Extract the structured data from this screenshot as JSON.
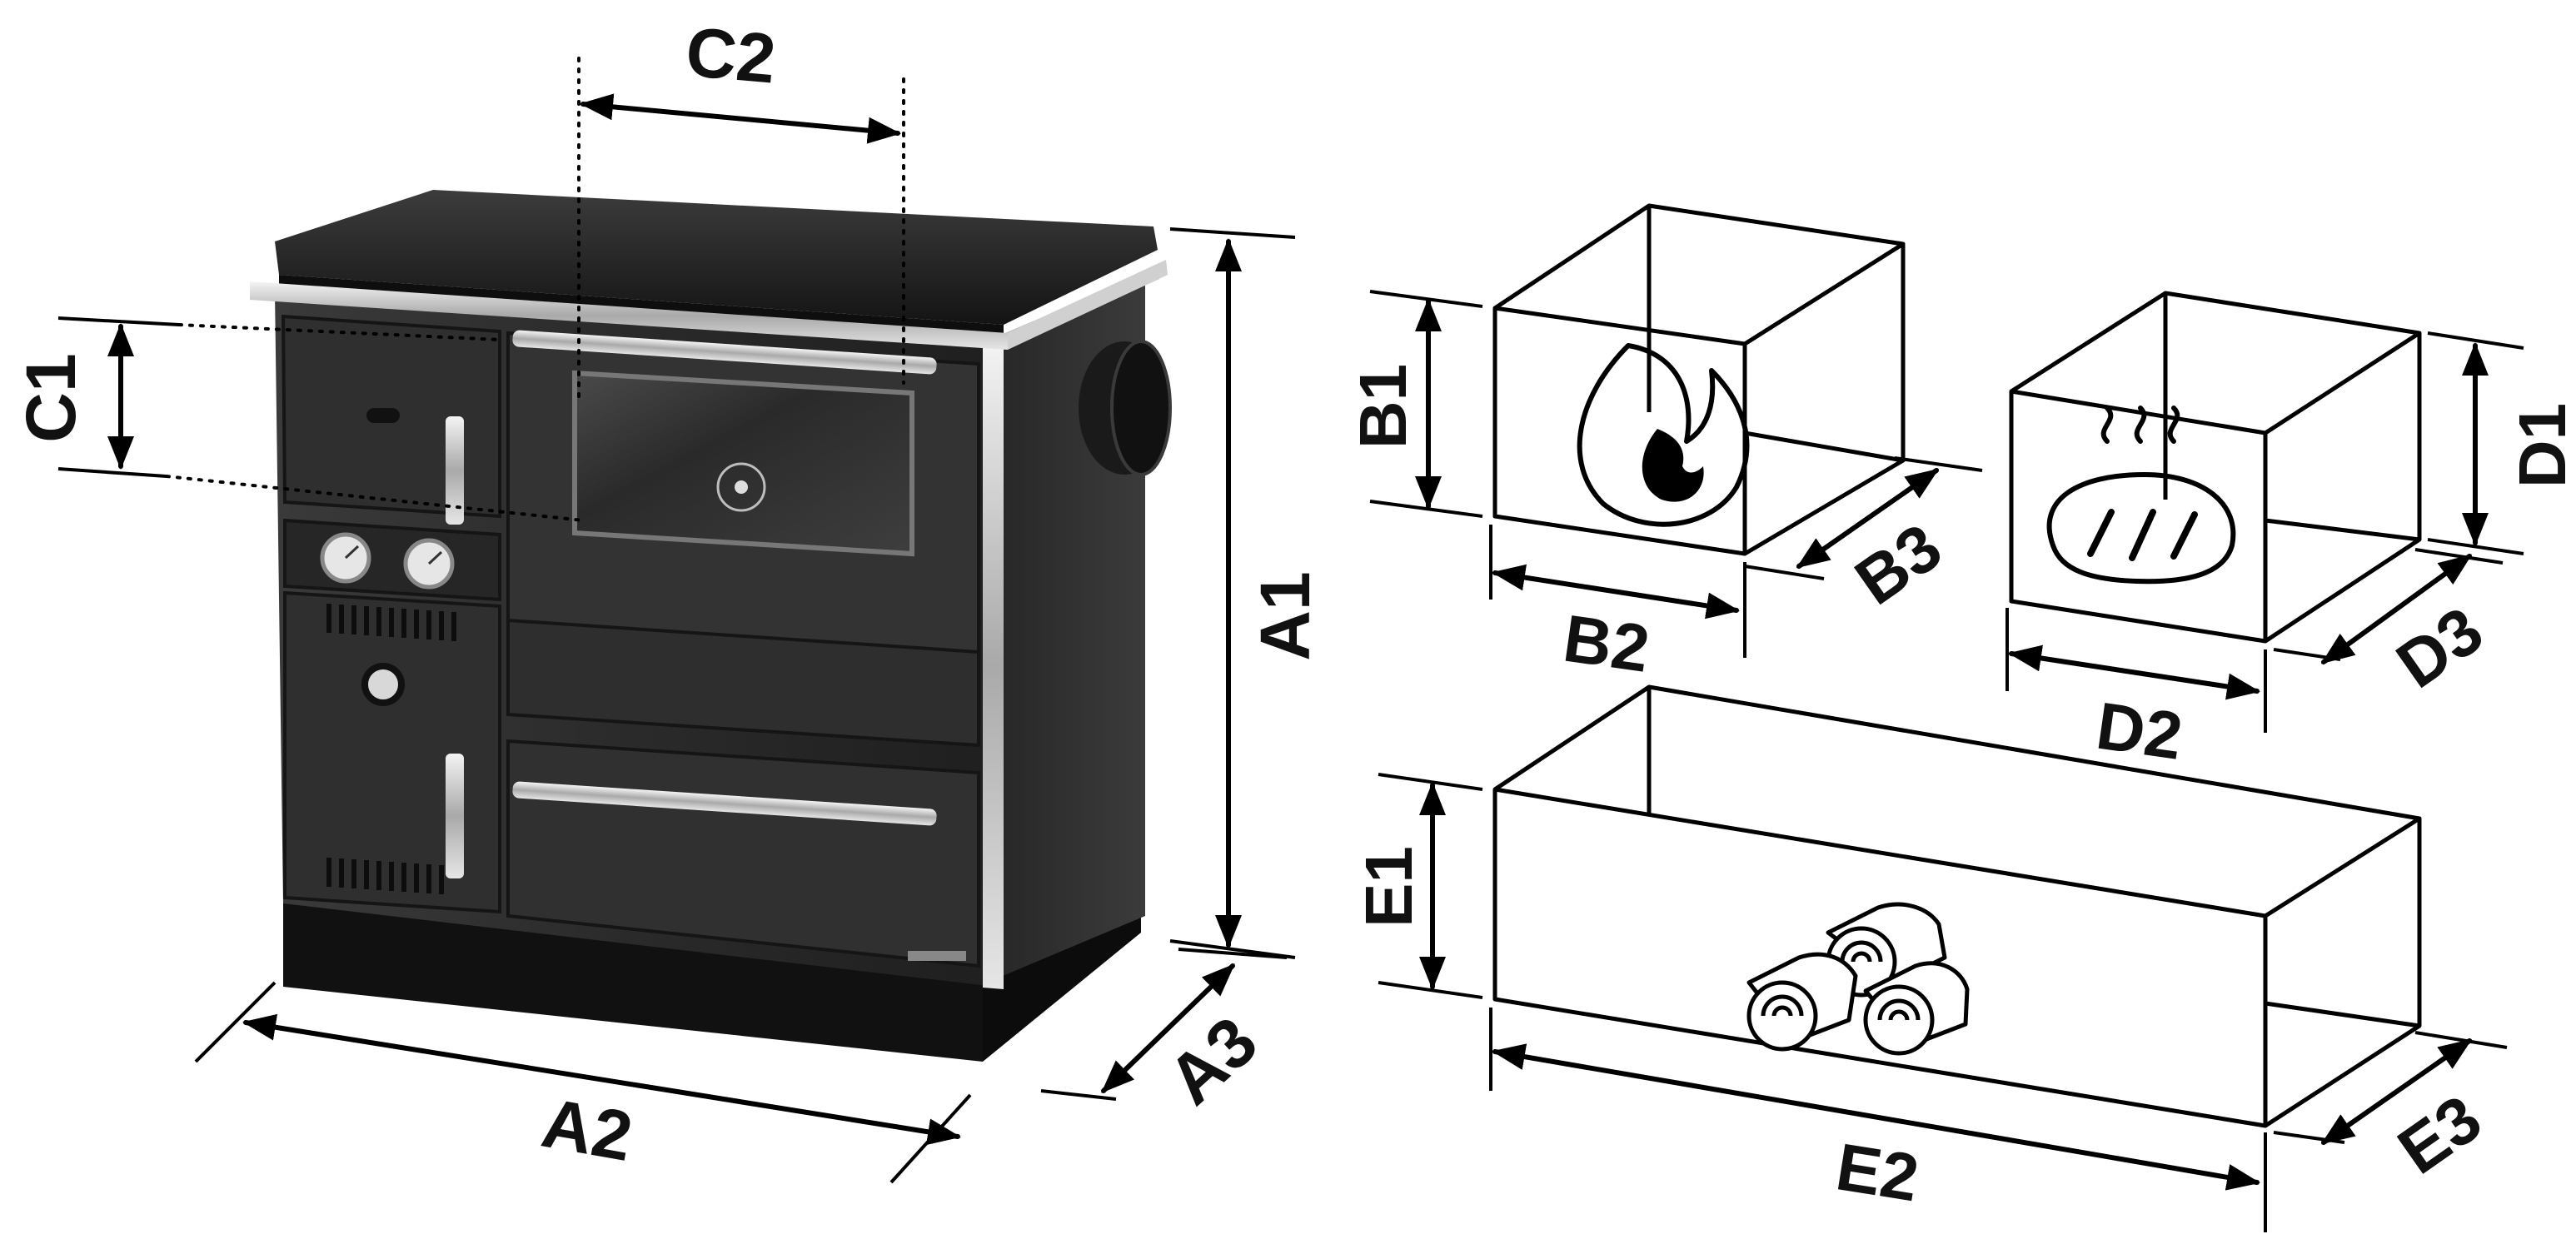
{
  "colors": {
    "stove_body": "#2b2b2b",
    "stove_top": "#1a1a1a",
    "trim": "#cfcfcf",
    "base": "#111111",
    "line": "#000000",
    "background": "#ffffff"
  },
  "labels": {
    "c2": "C2",
    "c1": "C1",
    "a1": "A1",
    "a2": "A2",
    "a3": "A3",
    "b1": "B1",
    "b2": "B2",
    "b3": "B3",
    "d1": "D1",
    "d2": "D2",
    "d3": "D3",
    "e1": "E1",
    "e2": "E2",
    "e3": "E3"
  },
  "icons": {
    "firebox": "flame-icon",
    "oven": "bread-icon",
    "woodbox": "firewood-icon"
  }
}
